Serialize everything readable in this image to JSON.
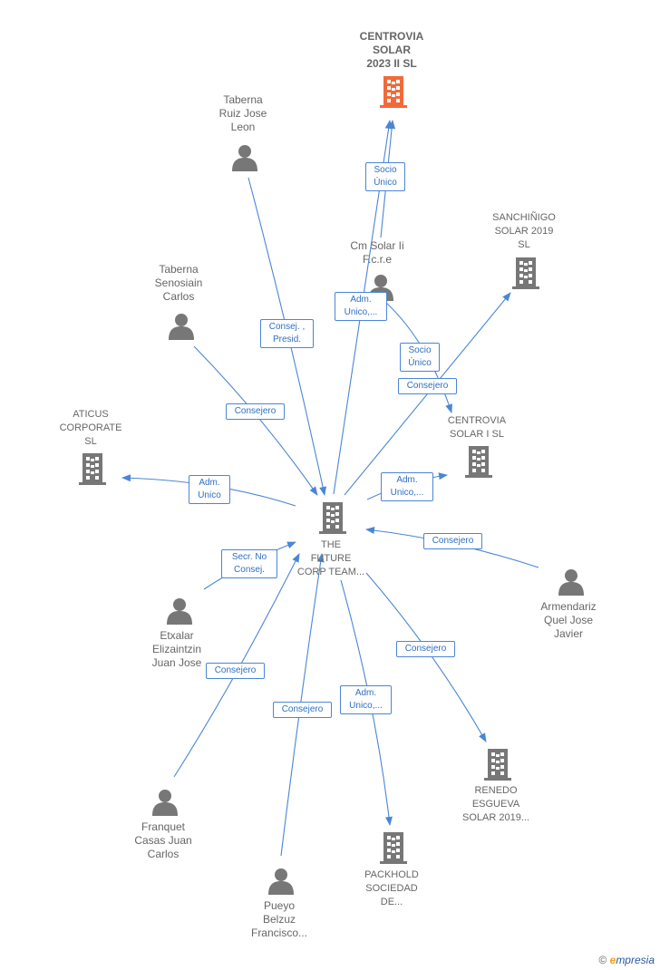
{
  "colors": {
    "edge": "#4a86d6",
    "person": "#777777",
    "company": "#777777",
    "highlight": "#f26a3a"
  },
  "nodes": {
    "centrovia2023": {
      "label": "CENTROVIA\nSOLAR\n2023 II  SL",
      "icon": "building-icon"
    },
    "taberna_ruiz": {
      "label": "Taberna\nRuiz Jose\nLeon",
      "icon": "person-icon"
    },
    "cm_solar": {
      "label": "Cm Solar Ii\nF.c.r.e",
      "icon": "person-icon"
    },
    "sanchinigo": {
      "label": "SANCHIÑIGO\nSOLAR 2019\nSL",
      "icon": "building-icon"
    },
    "taberna_seno": {
      "label": "Taberna\nSenosiain\nCarlos",
      "icon": "person-icon"
    },
    "aticus": {
      "label": "ATICUS\nCORPORATE\nSL",
      "icon": "building-icon"
    },
    "centrovia1": {
      "label": "CENTROVIA\nSOLAR I  SL",
      "icon": "building-icon"
    },
    "future": {
      "label": "THE\nFUTURE\nCORP TEAM...",
      "icon": "building-icon"
    },
    "armendariz": {
      "label": "Armendariz\nQuel Jose\nJavier",
      "icon": "person-icon"
    },
    "etxalar": {
      "label": "Etxalar\nElizaintzin\nJuan Jose",
      "icon": "person-icon"
    },
    "franquet": {
      "label": "Franquet\nCasas Juan\nCarlos",
      "icon": "person-icon"
    },
    "pueyo": {
      "label": "Pueyo\nBelzuz\nFrancisco...",
      "icon": "person-icon"
    },
    "packhold": {
      "label": "PACKHOLD\nSOCIEDAD\nDE...",
      "icon": "building-icon"
    },
    "renedo": {
      "label": "RENEDO\nESGUEVA\nSOLAR 2019...",
      "icon": "building-icon"
    }
  },
  "edges": [
    {
      "id": "e1",
      "label": "Socio\nÚnico"
    },
    {
      "id": "e2",
      "label": "Consej. ,\nPresid."
    },
    {
      "id": "e3",
      "label": "Adm.\nUnico,..."
    },
    {
      "id": "e4",
      "label": "Socio\nÚnico"
    },
    {
      "id": "e5",
      "label": "Consejero"
    },
    {
      "id": "e6",
      "label": "Consejero"
    },
    {
      "id": "e7",
      "label": "Adm.\nUnico"
    },
    {
      "id": "e8",
      "label": "Adm.\nUnico,..."
    },
    {
      "id": "e9",
      "label": "Consejero"
    },
    {
      "id": "e10",
      "label": "Secr.  No\nConsej."
    },
    {
      "id": "e11",
      "label": "Consejero"
    },
    {
      "id": "e12",
      "label": "Consejero"
    },
    {
      "id": "e13",
      "label": "Adm.\nUnico,..."
    },
    {
      "id": "e14",
      "label": "Consejero"
    }
  ],
  "footer": {
    "copyright": "©",
    "brand_e": "e",
    "brand_rest": "mpresia"
  }
}
